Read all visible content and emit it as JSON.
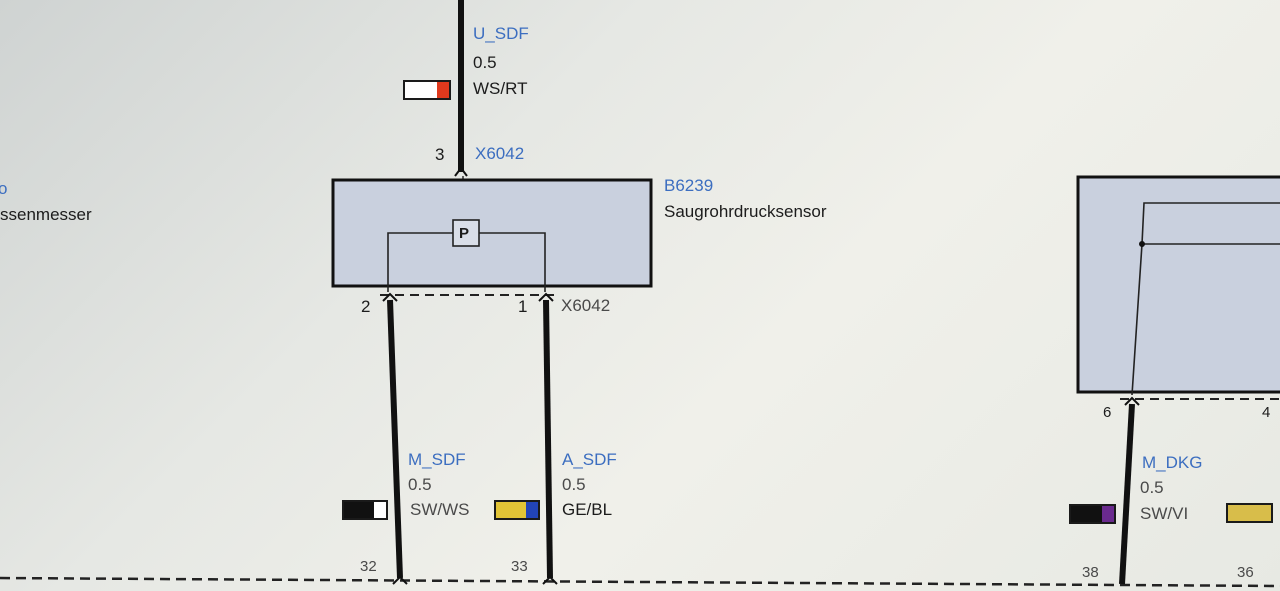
{
  "left_partial": {
    "marker": "o",
    "label": "ssenmesser"
  },
  "top_wire": {
    "signal": "U_SDF",
    "gauge": "0.5",
    "color_code": "WS/RT",
    "colors": [
      "#ffffff",
      "#e0391d"
    ]
  },
  "sensor": {
    "id": "B6239",
    "name": "Saugrohrdrucksensor",
    "symbol": "P",
    "top_connector": {
      "pin": "3",
      "name": "X6042"
    },
    "bottom_connector": {
      "pin_left": "2",
      "pin_right": "1",
      "name": "X6042"
    }
  },
  "wire_left": {
    "signal": "M_SDF",
    "gauge": "0.5",
    "color_code": "SW/WS",
    "colors": [
      "#111111",
      "#ffffff"
    ],
    "bottom_pin": "32"
  },
  "wire_right": {
    "signal": "A_SDF",
    "gauge": "0.5",
    "color_code": "GE/BL",
    "colors": [
      "#e2c436",
      "#2244b8"
    ],
    "bottom_pin": "33"
  },
  "right_module": {
    "pin_left": "6",
    "pin_right": "4",
    "wire": {
      "signal": "M_DKG",
      "gauge": "0.5",
      "color_code": "SW/VI",
      "colors": [
        "#111111",
        "#6a2a8e"
      ],
      "bottom_pin": "38"
    },
    "extra_swatch_color": "#d8bd4a",
    "extra_bottom_pin": "36"
  }
}
